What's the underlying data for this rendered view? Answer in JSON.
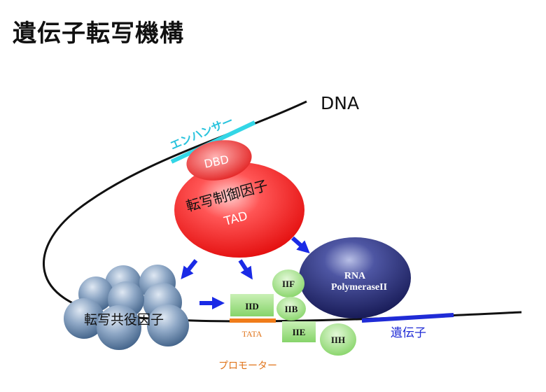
{
  "title": "遺伝子転写機構",
  "labels": {
    "dna": "DNA",
    "enhancer": "エンハンサー",
    "dbd": "DBD",
    "transcription_factor": "転写制御因子",
    "tad": "TAD",
    "coactivator": "転写共役因子",
    "rna_polymerase_line1": "RNA",
    "rna_polymerase_line2": "PolymeraseII",
    "iif": "IIF",
    "iib": "IIB",
    "iid": "IID",
    "iie": "IIE",
    "iih": "IIH",
    "tata": "TATA",
    "promoter": "プロモーター",
    "gene": "遺伝子"
  },
  "colors": {
    "dna_strand": "#111111",
    "enhancer_bar": "#33d6e6",
    "transcription_factor": "#ee1111",
    "coactivator": "#5b7fa6",
    "rna_polymerase": "#1c1f6e",
    "general_factors": "#98e07a",
    "tata_bar": "#f07c1a",
    "gene_bar": "#1f2bd6",
    "arrow": "#1a2ae6",
    "enhancer_text": "#29c3dd",
    "tata_text": "#e0741a",
    "gene_text": "#1f2bd6"
  }
}
